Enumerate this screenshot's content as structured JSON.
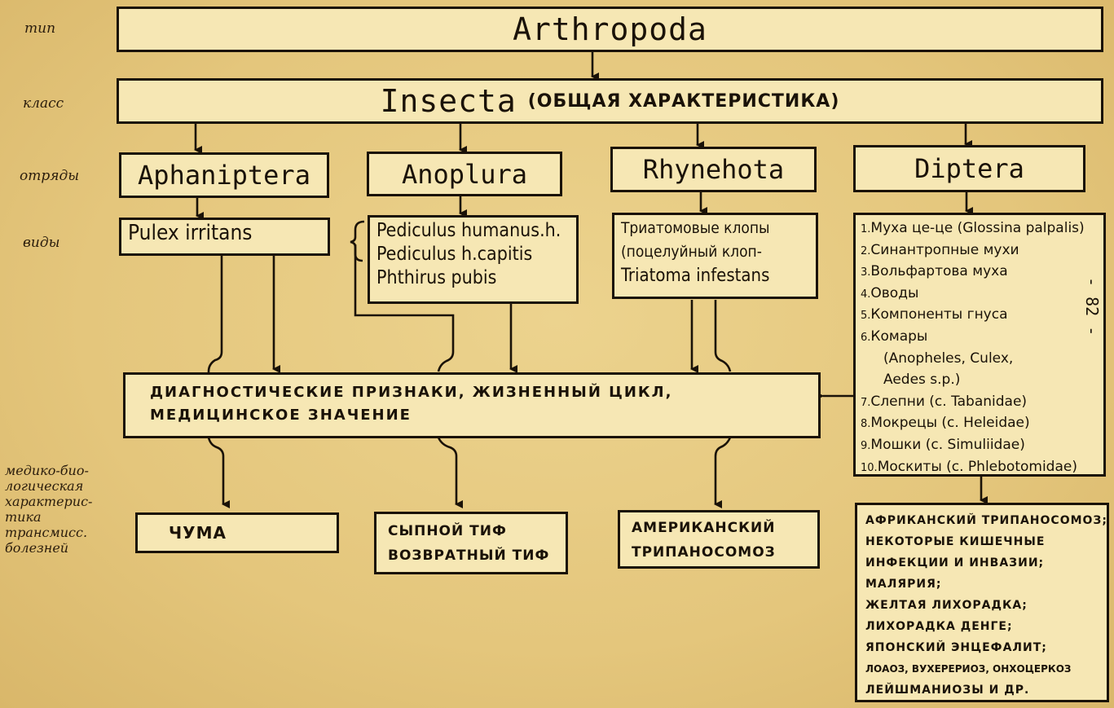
{
  "row_labels": {
    "phylum": "тип",
    "class": "класс",
    "orders": "отряды",
    "species": "виды",
    "medical": [
      "медико-био-",
      "логическая",
      "характерис-",
      "тика",
      "трансмисс.",
      "болезней"
    ]
  },
  "phylum": "Arthropoda",
  "class": {
    "name": "Insecta",
    "note": "(общая характеристика)"
  },
  "orders": {
    "aphaniptera": "Aphaniptera",
    "anoplura": "Anoplura",
    "rhynchota": "Rhynehota",
    "diptera": "Diptera"
  },
  "species": {
    "aphaniptera": [
      "Pulex irritans"
    ],
    "anoplura": [
      "Pediculus humanus.h.",
      "Pediculus h.capitis",
      "Phthirus pubis"
    ],
    "rhynchota": [
      "Триатомовые клопы",
      "(поцелуйный клоп-",
      "Triatoma infestans"
    ],
    "diptera": [
      {
        "num": "1.",
        "text": "Муха це-це (Glossina palpalis)"
      },
      {
        "num": "2.",
        "text": "Синантропные мухи"
      },
      {
        "num": "3.",
        "text": "Вольфартова муха"
      },
      {
        "num": "4.",
        "text": "Оводы"
      },
      {
        "num": "5.",
        "text": "Компоненты гнуса"
      },
      {
        "num": "6.",
        "text": "Комары"
      },
      {
        "num": "",
        "text": "(Anopheles, Culex,"
      },
      {
        "num": "",
        "text": "Aedes s.p.)"
      },
      {
        "num": "7.",
        "text": "Слепни (с. Tabanidae)"
      },
      {
        "num": "8.",
        "text": "Мокрецы (с. Heleidae)"
      },
      {
        "num": "9.",
        "text": "Мошки (с. Simuliidae)"
      },
      {
        "num": "10.",
        "text": "Москиты (с. Phlebotomidae)"
      }
    ]
  },
  "diagnostic": [
    "Диагностические признаки, жизненный цикл,",
    "медицинское значение"
  ],
  "diseases": {
    "aphaniptera": [
      "Чума"
    ],
    "anoplura": [
      "Сыпной тиф",
      "Возвратный тиф"
    ],
    "rhynchota": [
      "Американский",
      "трипаносомоз"
    ],
    "diptera": [
      "Африканский трипаносомоз;",
      "Некоторые кишечные",
      "инфекции и инвазии;",
      "Малярия;",
      "Желтая лихорадка;",
      "Лихорадка Денге;",
      "Японский энцефалит;",
      "Лоаоз, вухерериоз, онхоцеркоз",
      "Лейшманиозы и др."
    ]
  },
  "page_number": "- 82 -"
}
